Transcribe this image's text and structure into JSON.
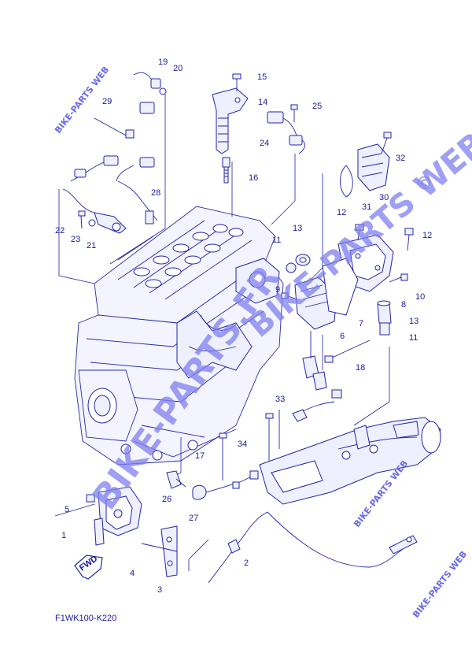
{
  "diagram_code": "F1WK100-K220",
  "fwd_label": "FWD",
  "watermark": {
    "main": "BIKE-PARTS.FR",
    "small": "BIKE-PARTS WEB",
    "copyright": "©"
  },
  "callouts": [
    {
      "id": "c1",
      "label": "1"
    },
    {
      "id": "c2",
      "label": "2"
    },
    {
      "id": "c3",
      "label": "3"
    },
    {
      "id": "c4",
      "label": "4"
    },
    {
      "id": "c5",
      "label": "5"
    },
    {
      "id": "c6",
      "label": "6"
    },
    {
      "id": "c7",
      "label": "7"
    },
    {
      "id": "c8",
      "label": "8"
    },
    {
      "id": "c9",
      "label": "9"
    },
    {
      "id": "c10",
      "label": "10"
    },
    {
      "id": "c11a",
      "label": "11"
    },
    {
      "id": "c11b",
      "label": "11"
    },
    {
      "id": "c12a",
      "label": "12"
    },
    {
      "id": "c12b",
      "label": "12"
    },
    {
      "id": "c13a",
      "label": "13"
    },
    {
      "id": "c13b",
      "label": "13"
    },
    {
      "id": "c14",
      "label": "14"
    },
    {
      "id": "c15",
      "label": "15"
    },
    {
      "id": "c16",
      "label": "16"
    },
    {
      "id": "c17",
      "label": "17"
    },
    {
      "id": "c18",
      "label": "18"
    },
    {
      "id": "c19",
      "label": "19"
    },
    {
      "id": "c20",
      "label": "20"
    },
    {
      "id": "c21",
      "label": "21"
    },
    {
      "id": "c22",
      "label": "22"
    },
    {
      "id": "c23",
      "label": "23"
    },
    {
      "id": "c24",
      "label": "24"
    },
    {
      "id": "c25",
      "label": "25"
    },
    {
      "id": "c26",
      "label": "26"
    },
    {
      "id": "c27",
      "label": "27"
    },
    {
      "id": "c28",
      "label": "28"
    },
    {
      "id": "c29",
      "label": "29"
    },
    {
      "id": "c30",
      "label": "30"
    },
    {
      "id": "c31",
      "label": "31"
    },
    {
      "id": "c32",
      "label": "32"
    },
    {
      "id": "c33",
      "label": "33"
    },
    {
      "id": "c34",
      "label": "34"
    }
  ]
}
